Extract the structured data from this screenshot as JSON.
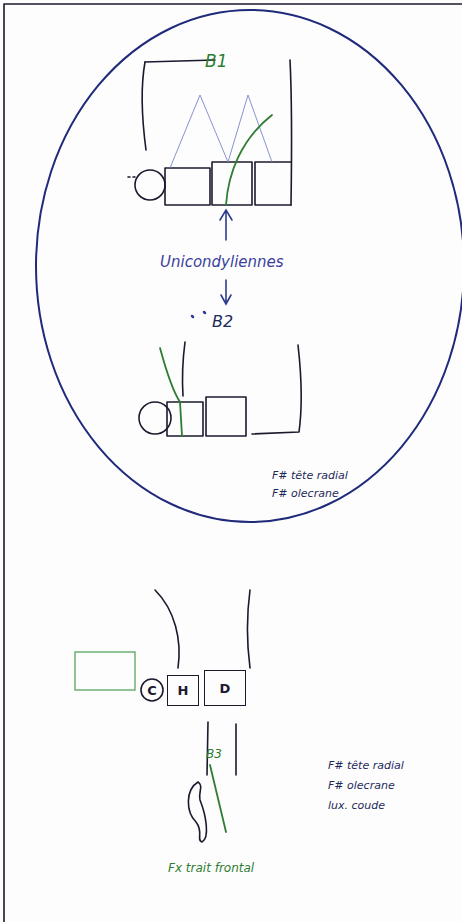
{
  "diagram": {
    "nodes": [
      {
        "text": [
          "C"
        ]
      },
      {
        "text": [
          "H"
        ]
      },
      {
        "text": [
          "D"
        ]
      }
    ],
    "labels": [
      "B1",
      "Unicondyliennes",
      "B2",
      "F# tête radial",
      "F# olecrane",
      "B3",
      "F# tête radial",
      "F# olecrane",
      "lux. coude",
      "Fx trait frontal"
    ]
  }
}
